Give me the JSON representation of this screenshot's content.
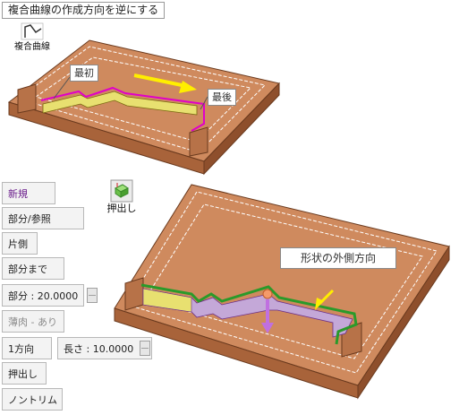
{
  "title": "複合曲線の作成方向を逆にする",
  "top_tool": {
    "label": "複合曲線",
    "icon": "composite-curve-icon"
  },
  "callouts": {
    "start": "最初",
    "end": "最後"
  },
  "side_panel": {
    "buttons": [
      {
        "id": "new",
        "label": "新規",
        "state": "accent"
      },
      {
        "id": "part-ref",
        "label": "部分/参照",
        "state": "normal"
      },
      {
        "id": "one-side",
        "label": "片側",
        "state": "normal"
      },
      {
        "id": "part-until",
        "label": "部分まで",
        "state": "normal"
      },
      {
        "id": "part-value",
        "label": "部分 : 20.0000",
        "state": "normal"
      },
      {
        "id": "thin",
        "label": "薄肉 - あり",
        "state": "disabled"
      },
      {
        "id": "one-dir",
        "label": "1方向",
        "state": "normal"
      },
      {
        "id": "length-value",
        "label": "長さ : 10.0000",
        "state": "normal"
      },
      {
        "id": "extrude",
        "label": "押出し",
        "state": "normal"
      },
      {
        "id": "no-trim",
        "label": "ノントリム",
        "state": "normal"
      }
    ]
  },
  "extrude_tool": {
    "label": "押出し",
    "icon": "extrude-icon"
  },
  "note": "形状の外側方向",
  "colors": {
    "body": "#cf8a5e",
    "body_dark": "#9c5a34",
    "body_side": "#b06e46",
    "path_magenta": "#e000c8",
    "path_green": "#2a9a2a",
    "arrow_yellow": "#ffee00",
    "extrude_arrow": "#c070e0",
    "yellow_fill": "#e8e070"
  }
}
